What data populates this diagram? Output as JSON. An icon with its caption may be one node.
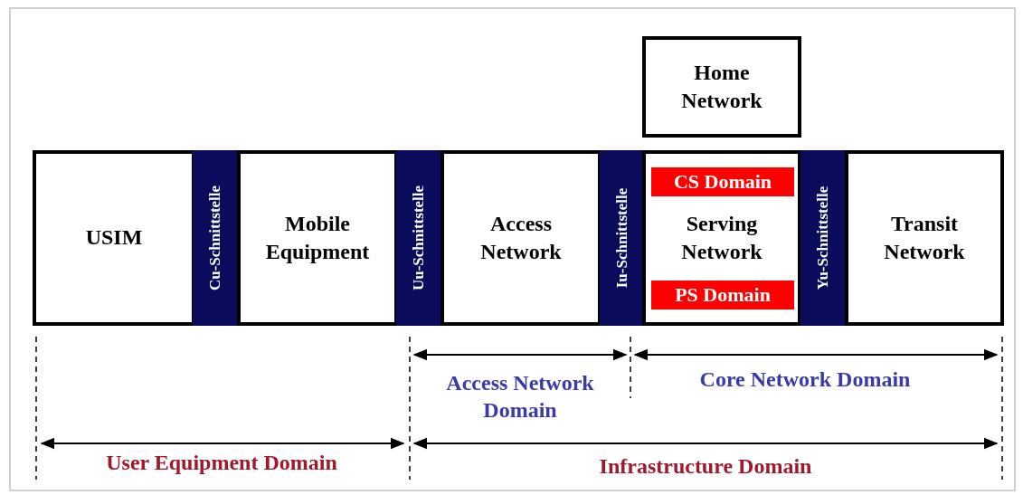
{
  "diagram": {
    "nodes": [
      {
        "text": [
          "Home Network"
        ]
      },
      {
        "text": [
          "USIM"
        ]
      },
      {
        "text": [
          "Cu-Schnittstelle"
        ]
      },
      {
        "text": [
          "Mobile Equipment"
        ]
      },
      {
        "text": [
          "Uu-Schnittstelle"
        ]
      },
      {
        "text": [
          "Access Network"
        ]
      },
      {
        "text": [
          "Iu-Schnittstelle"
        ]
      },
      {
        "text": [
          "Serving Network"
        ]
      },
      {
        "text": [
          "CS Domain"
        ],
        "in": 7
      },
      {
        "text": [
          "PS Domain"
        ],
        "in": 7
      },
      {
        "text": [
          "Yu-Schnittstelle"
        ]
      },
      {
        "text": [
          "Transit Network"
        ]
      }
    ],
    "labels": [
      "Access Network Domain",
      "Core Network Domain",
      "User Equipment Domain",
      "Infrastructure Domain"
    ]
  }
}
